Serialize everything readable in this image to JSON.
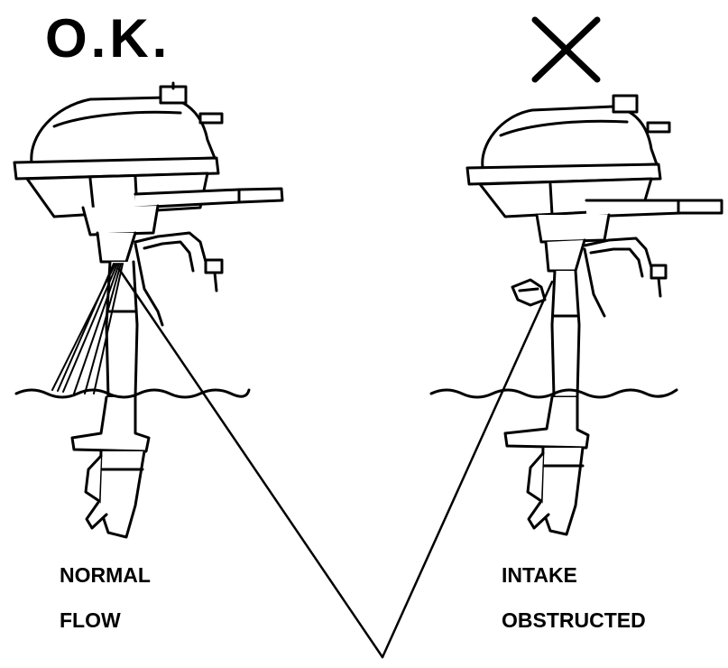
{
  "header": {
    "ok_text": "O.K."
  },
  "labels": {
    "left_line1": "NORMAL",
    "left_line2": "FLOW",
    "right_line1": "INTAKE",
    "right_line2": "OBSTRUCTED"
  },
  "colors": {
    "ink": "#000000",
    "paper": "#ffffff"
  },
  "icons": {
    "status_bad": "cross-icon"
  }
}
